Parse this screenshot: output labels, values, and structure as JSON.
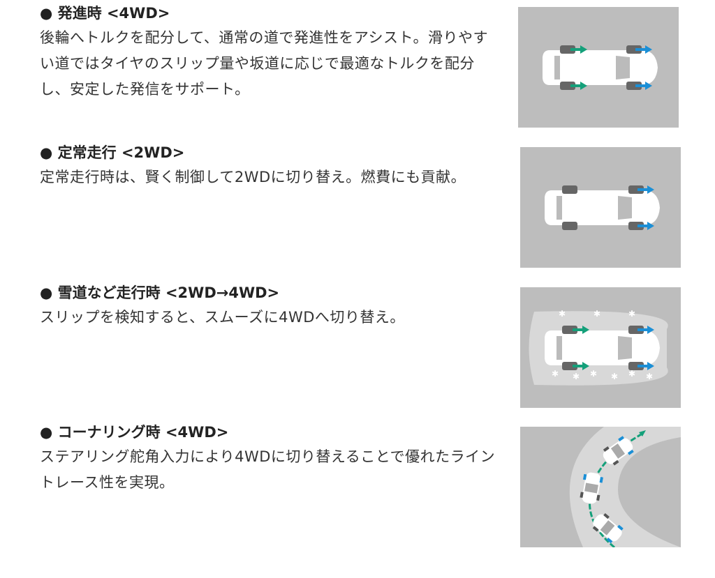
{
  "sections": [
    {
      "title": "● 発進時 <4WD>",
      "body": "後輪へトルクを配分して、通常の道で発進性をアシスト。滑りやすい道ではタイヤのスリップ量や坂道に応じで最適なトルクを配分し、安定した発信をサポート。",
      "icon": "car-4wd-start"
    },
    {
      "title": "● 定常走行 <2WD>",
      "body": "定常走行時は、賢く制御して2WDに切り替え。燃費にも貢献。",
      "icon": "car-2wd-cruise"
    },
    {
      "title": "● 雪道など走行時 <2WD→4WD>",
      "body": "スリップを検知すると、スムーズに4WDへ切り替え。",
      "icon": "car-snow"
    },
    {
      "title": "● コーナリング時 <4WD>",
      "body": "ステアリング舵角入力により4WDに切り替えることで優れたライントレース性を実現。",
      "icon": "car-cornering"
    }
  ],
  "colors": {
    "rear_arrow": "#14a07a",
    "front_arrow": "#1b8fd6",
    "panel": "#bdbdbd"
  }
}
